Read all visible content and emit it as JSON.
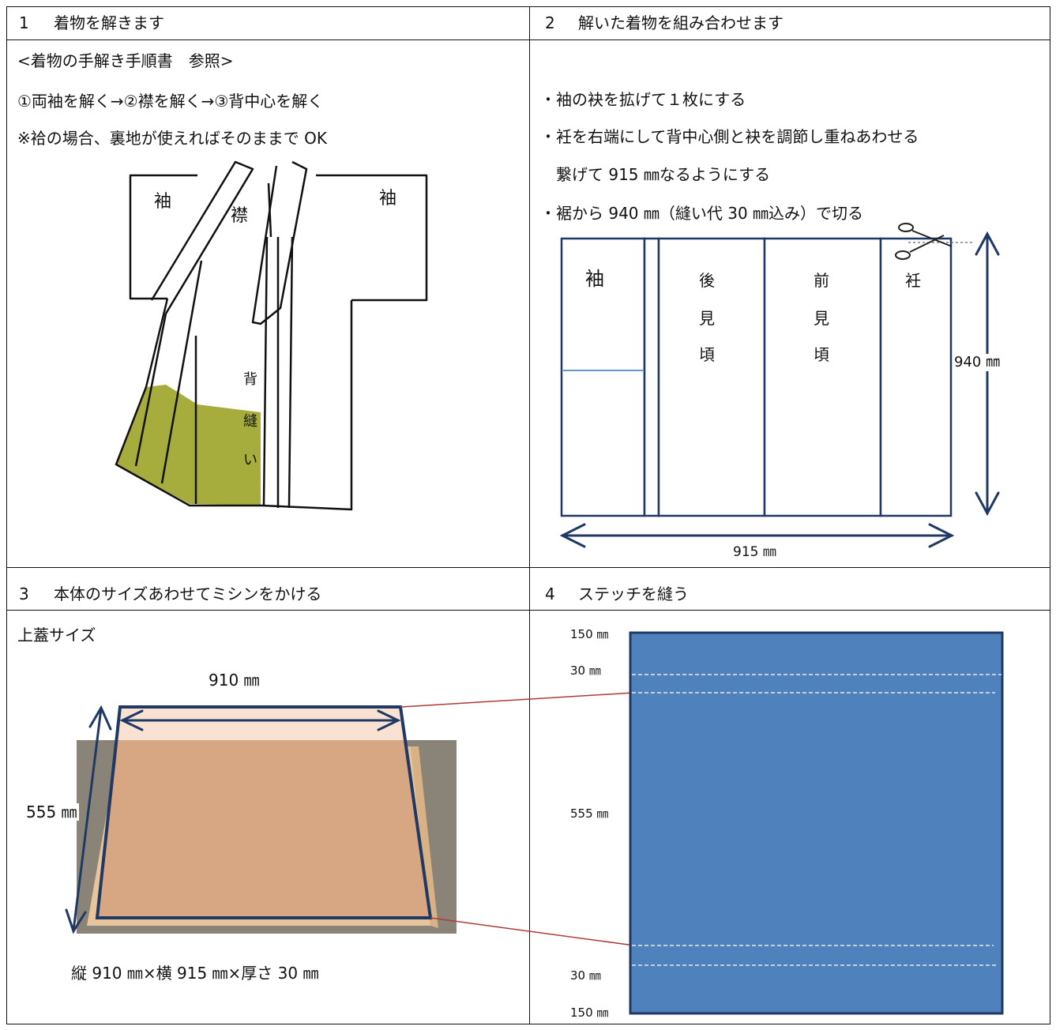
{
  "sections": [
    {
      "num": "1",
      "title": "着物を解きます"
    },
    {
      "num": "2",
      "title": "解いた着物を組み合わせます"
    },
    {
      "num": "3",
      "title": "本体のサイズあわせてミシンをかける"
    },
    {
      "num": "4",
      "title": "ステッチを縫う"
    }
  ],
  "s1": {
    "ref": "<着物の手解き手順書　参照>",
    "steps": "①両袖を解く→②襟を解く→③背中心を解く",
    "note": "※袷の場合、裏地が使えればそのままで OK",
    "labels": {
      "sleeve_left": "袖",
      "sleeve_right": "袖",
      "collar": "襟",
      "back1": "背",
      "back2": "縫",
      "back3": "い"
    }
  },
  "s2": {
    "bullets": [
      "・袖の袂を拡げて１枚にする",
      "・衽を右端にして背中心側と袂を調節し重ねあわせる",
      "　繋げて 915 ㎜なるようにする",
      "・裾から 940 ㎜（縫い代 30 ㎜込み）で切る"
    ],
    "panels": {
      "sleeve": "袖",
      "back": [
        "後",
        "見",
        "頃"
      ],
      "front": [
        "前",
        "見",
        "頃"
      ],
      "okumi": "衽"
    },
    "height_label": "940 ㎜",
    "width_label": "915 ㎜"
  },
  "s3": {
    "title": "上蓋サイズ",
    "width_label": "910 ㎜",
    "height_label": "555 ㎜",
    "dims": "縦 910 ㎜×横 915 ㎜×厚さ 30 ㎜"
  },
  "s4": {
    "labels": [
      "150 ㎜",
      "30 ㎜",
      "555 ㎜",
      "30 ㎜",
      "150 ㎜"
    ],
    "fill_color": "#4f81bd",
    "border_color": "#1f3864"
  }
}
